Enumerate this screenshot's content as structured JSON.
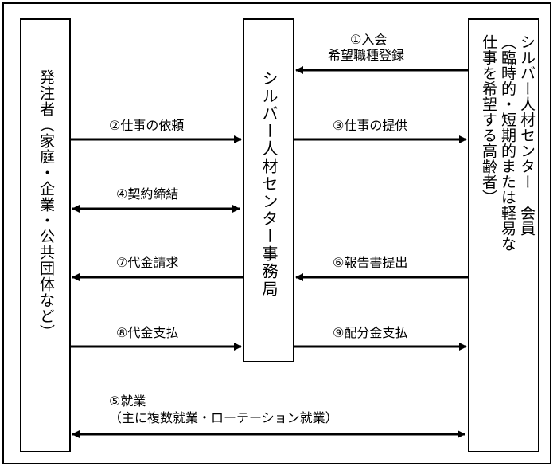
{
  "boxes": {
    "client": "発注者（家庭・企業・公共団体など）",
    "office": "シルバー人材センター事務局",
    "member_col1": "シルバー人材センター　会員",
    "member_col2": "（臨時的・短期的または軽易な",
    "member_col3": "仕事を希望する高齢者）"
  },
  "flows": {
    "f1_line1": "①入会",
    "f1_line2": "希望職種登録",
    "f2": "②仕事の依頼",
    "f3": "③仕事の提供",
    "f4": "④契約締結",
    "f5_line1": "⑤就業",
    "f5_line2": "（主に複数就業・ローテーション就業）",
    "f6": "⑥報告書提出",
    "f7": "⑦代金請求",
    "f8": "⑧代金支払",
    "f9": "⑨配分金支払"
  }
}
